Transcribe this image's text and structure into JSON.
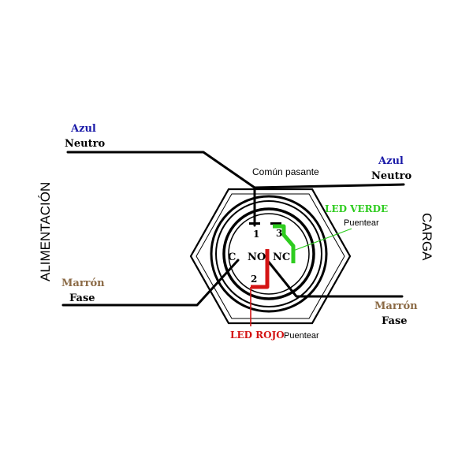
{
  "power": {
    "side_label": "ALIMENTACIÓN",
    "neutral_color": "Azul",
    "neutral_label": "Neutro",
    "phase_color": "Marrón",
    "phase_label": "Fase"
  },
  "load": {
    "side_label": "CARGA",
    "neutral_color": "Azul",
    "neutral_label": "Neutro",
    "phase_color": "Marrón",
    "phase_label": "Fase"
  },
  "annotations": {
    "common": "Común pasante",
    "led_green": "LED VERDE",
    "led_green_note": "Puentear",
    "led_red": "LED ROJO",
    "led_red_note": "Puentear"
  },
  "terminals": {
    "pin1": "1",
    "pin2": "2",
    "pin3": "3",
    "c": "C",
    "no": "NO",
    "nc": "NC"
  },
  "colors": {
    "azul": "#1a1aa8",
    "marron": "#8b6a45",
    "led_verde": "#2ecc1f",
    "led_rojo": "#d41414",
    "wire": "#000000"
  }
}
